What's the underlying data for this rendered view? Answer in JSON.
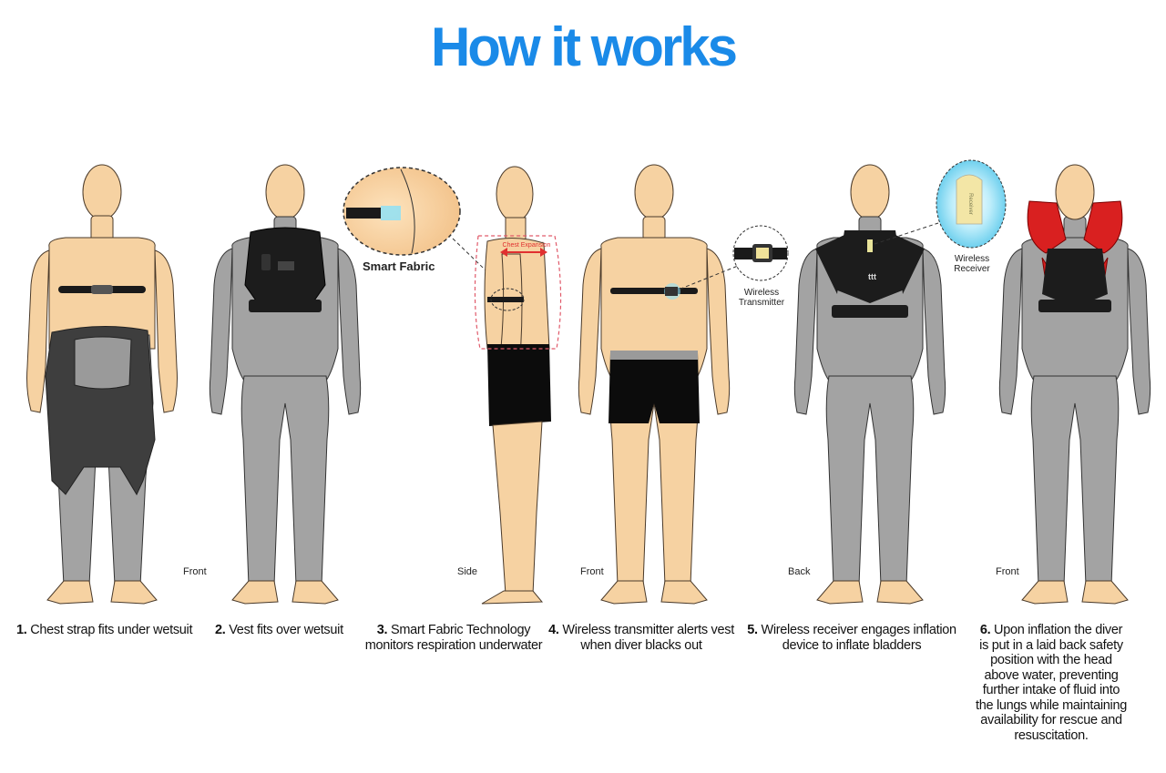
{
  "title": "How it works",
  "view_labels": {
    "fig1": "Front",
    "fig3": "Side",
    "fig4": "Front",
    "fig5": "Back",
    "fig6": "Front"
  },
  "callouts": {
    "smart_fabric": "Smart Fabric",
    "chest_expansion": "Chest Expansion",
    "wireless_transmitter": [
      "Wireless",
      "Transmitter"
    ],
    "wireless_receiver": [
      "Wireless",
      "Receiver"
    ],
    "receiver_chip": "Receiver"
  },
  "steps": [
    {
      "num": "1.",
      "lines": [
        "Chest strap fits under wetsuit"
      ]
    },
    {
      "num": "2.",
      "lines": [
        "Vest fits over wetsuit"
      ]
    },
    {
      "num": "3.",
      "lines": [
        "Smart Fabric Technology",
        "monitors  respiration underwater"
      ]
    },
    {
      "num": "4.",
      "lines": [
        "Wireless transmitter alerts vest",
        "when diver blacks out"
      ]
    },
    {
      "num": "5.",
      "lines": [
        "Wireless receiver engages inflation",
        "device to inflate bladders"
      ]
    },
    {
      "num": "6.",
      "lines": [
        "Upon inflation the diver",
        "is put in a laid back safety",
        "position with the head",
        "above water, preventing",
        "further intake of fluid into",
        "the lungs while maintaining",
        "availability for rescue and",
        "resuscitation."
      ]
    }
  ],
  "colors": {
    "title": "#1a8ae8",
    "skin": "#f6d2a2",
    "skin_stroke": "#4a3a2a",
    "wetsuit": "#a3a3a3",
    "wetsuit_dark": "#3e3e3e",
    "shorts": "#0c0c0c",
    "vest": "#1c1c1c",
    "bladder": "#d92020",
    "glow": "#7fd8f0",
    "chest_arrow": "#e03030"
  }
}
